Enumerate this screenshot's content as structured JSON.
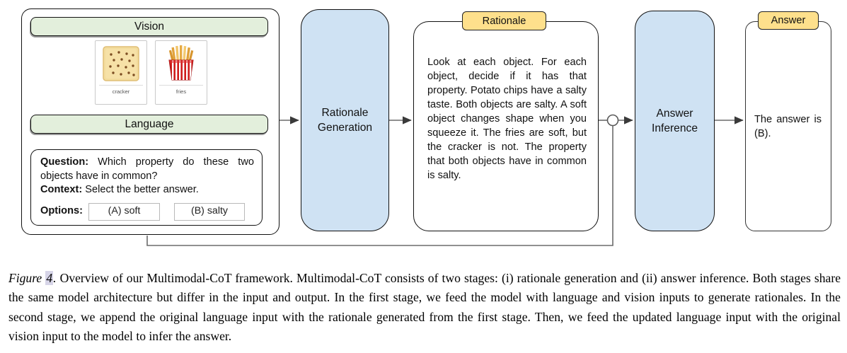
{
  "diagram": {
    "colors": {
      "header_green": "#e3efdc",
      "stage_blue": "#cfe2f3",
      "tab_yellow": "#fee08c",
      "line_gray": "#666666"
    },
    "input_panel": {
      "vision_label": "Vision",
      "language_label": "Language",
      "images": [
        {
          "label": "cracker"
        },
        {
          "label": "fries"
        }
      ],
      "question_prefix": "Question:",
      "question_text": " Which property do these two objects have in common?",
      "context_prefix": "Context:",
      "context_text": " Select the better answer.",
      "options_prefix": "Options:",
      "options": [
        "(A) soft",
        "(B) salty"
      ]
    },
    "stage1_label": "Rationale Generation",
    "rationale": {
      "tab_label": "Rationale",
      "text": "Look at each object. For each object, decide if it has that property. Potato chips have a salty taste. Both objects are salty. A soft object changes shape when you squeeze it. The fries are soft, but the cracker is not. The property that both objects have in common is salty."
    },
    "stage2_label": "Answer Inference",
    "answer": {
      "tab_label": "Answer",
      "text": "The answer is (B)."
    }
  },
  "caption": {
    "label_word": "Figure",
    "label_number": "4",
    "label_suffix": ".",
    "body": " Overview of our Multimodal-CoT framework. Multimodal-CoT consists of two stages: (i) rationale generation and (ii) answer inference. Both stages share the same model architecture but differ in the input and output. In the first stage, we feed the model with language and vision inputs to generate rationales. In the second stage, we append the original language input with the rationale generated from the first stage. Then, we feed the updated language input with the original vision input to the model to infer the answer."
  }
}
